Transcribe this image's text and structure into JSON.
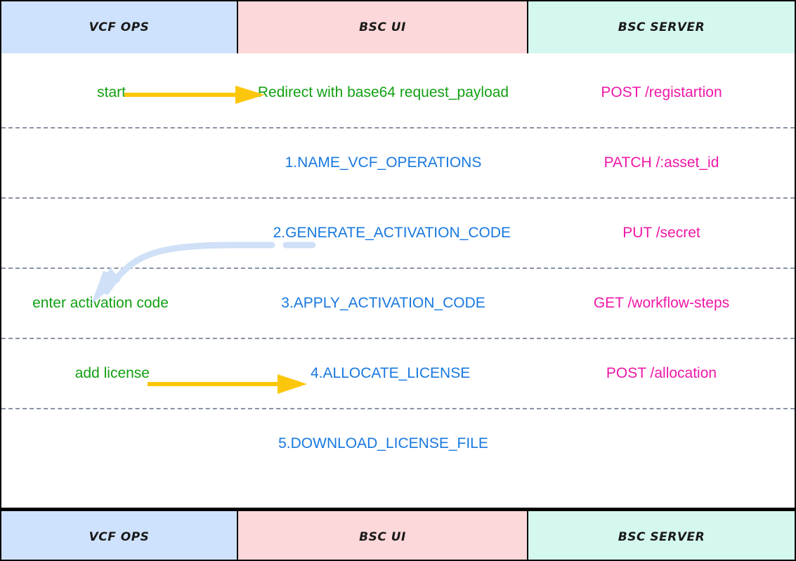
{
  "diagram": {
    "title": "VCF OPS / BSC UI / BSC SERVER activation sequence",
    "lanes": [
      {
        "id": "vcf-ops",
        "label": "VCF OPS",
        "color": "#cfe2fd"
      },
      {
        "id": "bsc-ui",
        "label": "BSC UI",
        "color": "#fdd8da"
      },
      {
        "id": "bsc-server",
        "label": "BSC SERVER",
        "color": "#d4f7ef"
      }
    ],
    "colors": {
      "green": "#12a012",
      "blue": "#1878e0",
      "magenta": "#ef17a7",
      "yellow_arrow": "#fcc60a",
      "curved_arrow": "#cfe0f7",
      "separator": "#8a93a3",
      "border": "#000000"
    },
    "rows": [
      {
        "id": "row-1",
        "left": "start",
        "mid": "Redirect with base64 request_payload",
        "right": "POST /registartion",
        "arrow": "straight-yellow-right"
      },
      {
        "id": "row-2",
        "left": "",
        "mid": "1.NAME_VCF_OPERATIONS",
        "right": "PATCH /:asset_id",
        "arrow": "none"
      },
      {
        "id": "row-3",
        "left": "",
        "mid": "2.GENERATE_ACTIVATION_CODE",
        "right": "PUT /secret",
        "arrow": "curved-blue-down-left"
      },
      {
        "id": "row-4",
        "left": "enter activation code",
        "mid": "3.APPLY_ACTIVATION_CODE",
        "right": "GET /workflow-steps",
        "arrow": "none"
      },
      {
        "id": "row-5",
        "left": "add license",
        "mid": "4.ALLOCATE_LICENSE",
        "right": "POST /allocation",
        "arrow": "straight-yellow-right"
      },
      {
        "id": "row-6",
        "left": "",
        "mid": "5.DOWNLOAD_LICENSE_FILE",
        "right": "",
        "arrow": "none"
      }
    ]
  }
}
